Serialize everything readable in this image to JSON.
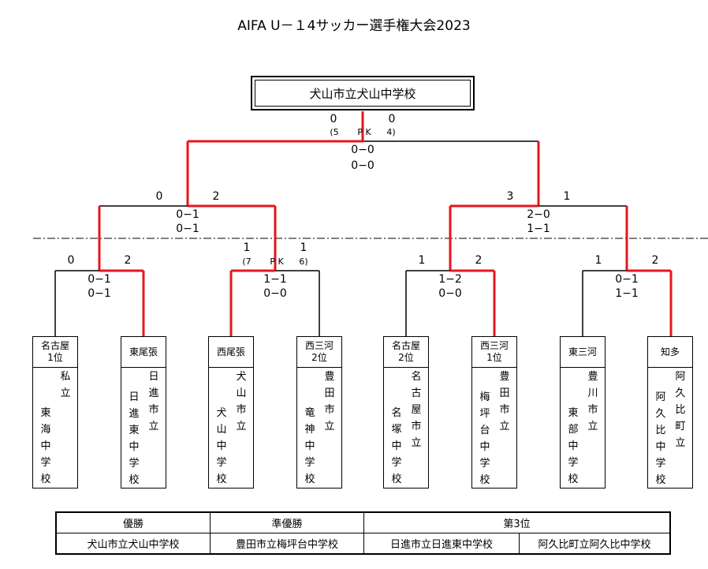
{
  "title": "AIFA U－１4サッカー選手権大会2023",
  "champion": "犬山市立犬山中学校",
  "final": {
    "left": "0",
    "right": "0",
    "pk_left": "(5",
    "pk_label": "P K",
    "pk_right": "4)",
    "half1": "0−0",
    "half2": "0−0"
  },
  "semis": [
    {
      "left": "0",
      "right": "2",
      "half1": "0−1",
      "half2": "0−1"
    },
    {
      "left": "3",
      "right": "1",
      "half1": "2−0",
      "half2": "1−1"
    }
  ],
  "quarters": [
    {
      "left": "0",
      "right": "2",
      "half1": "0−1",
      "half2": "0−1"
    },
    {
      "left": "1",
      "right": "1",
      "pk_left": "(7",
      "pk_label": "P K",
      "pk_right": "6)",
      "half1": "1−1",
      "half2": "0−0"
    },
    {
      "left": "1",
      "right": "2",
      "half1": "1−2",
      "half2": "0−0"
    },
    {
      "left": "1",
      "right": "2",
      "half1": "0−1",
      "half2": "1−1"
    }
  ],
  "teams": [
    {
      "region": "名古屋\n1位",
      "col1": "私立",
      "col2": "東海中学校"
    },
    {
      "region": "東尾張",
      "col1": "日進市立",
      "col2": "日進東中学校"
    },
    {
      "region": "西尾張",
      "col1": "犬山市立",
      "col2": "犬山中学校"
    },
    {
      "region": "西三河\n2位",
      "col1": "豊田市立",
      "col2": "竜神中学校"
    },
    {
      "region": "名古屋\n2位",
      "col1": "名古屋市立",
      "col2": "名塚中学校"
    },
    {
      "region": "西三河\n1位",
      "col1": "豊田市立",
      "col2": "梅坪台中学校"
    },
    {
      "region": "東三河",
      "col1": "豊川市立",
      "col2": "東部中学校"
    },
    {
      "region": "知多",
      "col1": "阿久比町立",
      "col2": "阿久比中学校"
    }
  ],
  "results": {
    "winner_label": "優勝",
    "runner_up_label": "準優勝",
    "third_label": "第3位",
    "winner": "犬山市立犬山中学校",
    "runner_up": "豊田市立梅坪台中学校",
    "third_1": "日進市立日進東中学校",
    "third_2": "阿久比町立阿久比中学校"
  },
  "colors": {
    "win_line": "#e8141c",
    "line": "#000000"
  }
}
